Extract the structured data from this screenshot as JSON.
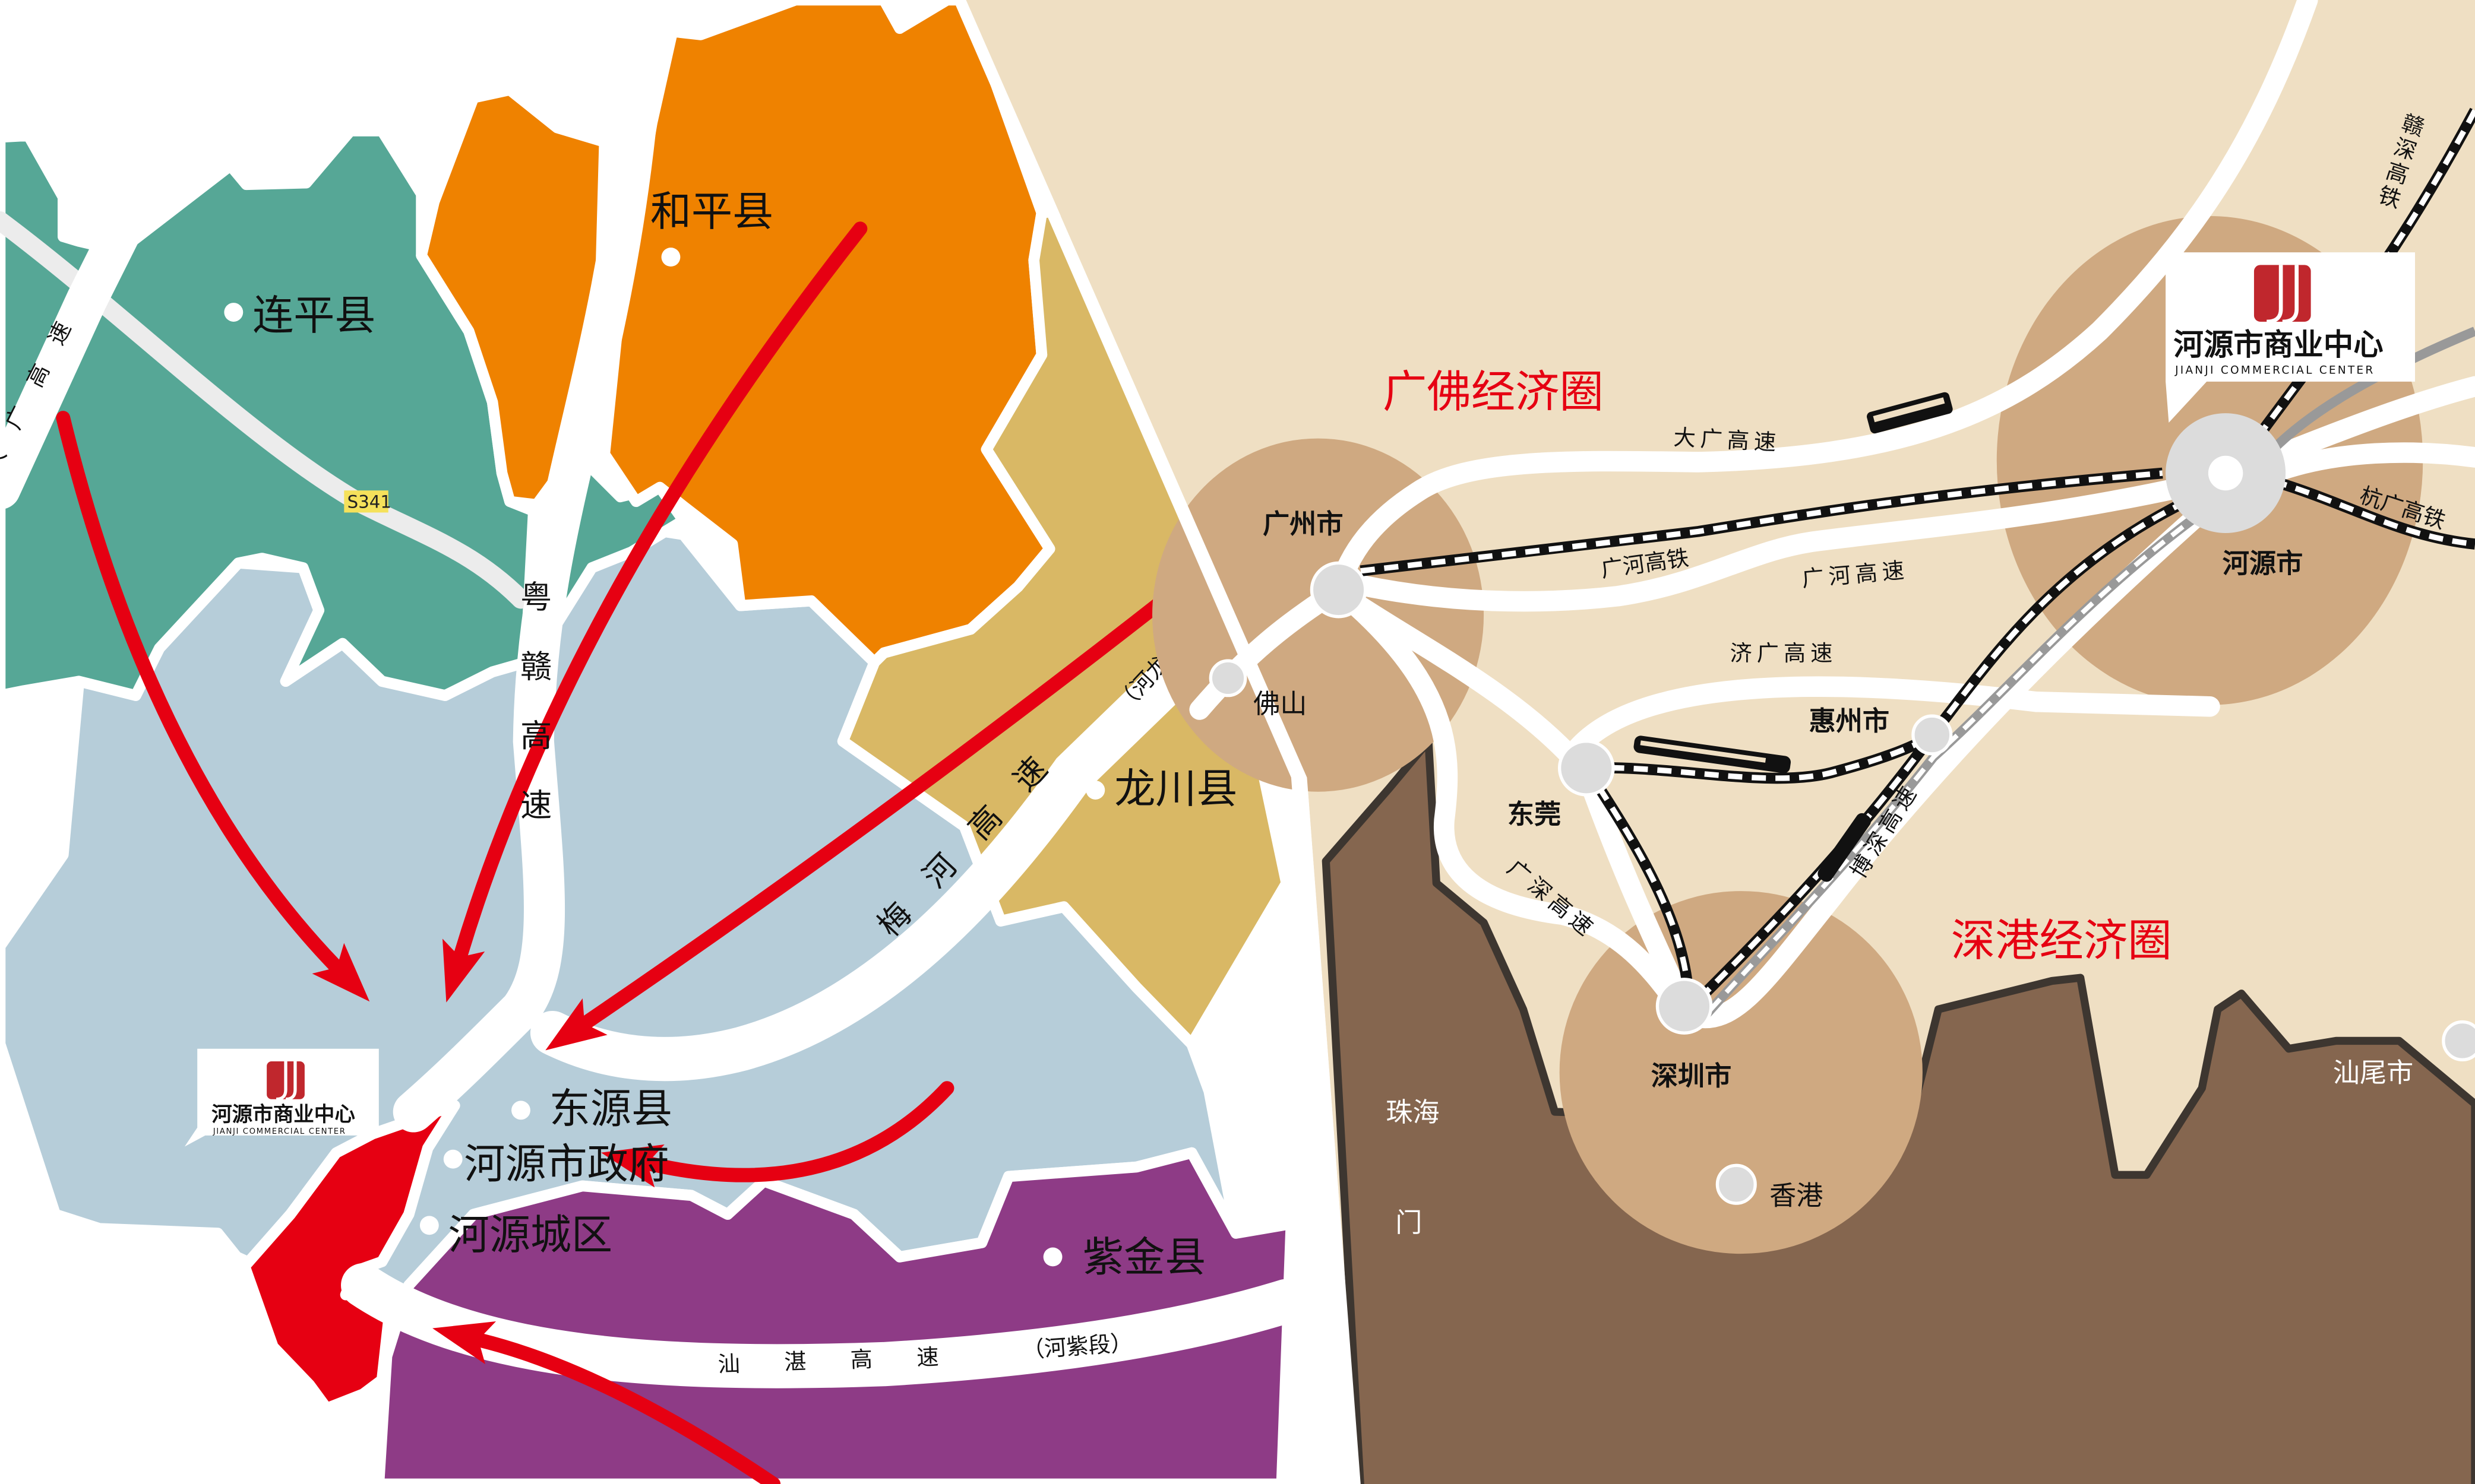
{
  "left_map": {
    "counties": {
      "lianping": "连平县",
      "heping": "和平县",
      "longchuan": "龙川县",
      "dongyuan": "东源县",
      "zijin": "紫金县"
    },
    "places": {
      "government": "河源市政府",
      "urban": "河源城区"
    },
    "roads": {
      "daguang": "大广高速",
      "s341": "S341",
      "yuegan": "粤赣高速",
      "meihe": "梅河高速",
      "meihe_section": "（河龙段）",
      "shanzhan": "汕湛高速",
      "shanzhan_section": "（河紫段）"
    }
  },
  "logo": {
    "name": "河源市商业中心",
    "english": "JIANJI COMMERCIAL CENTER"
  },
  "right_map": {
    "economic_circles": {
      "guangfo": "广佛经济圈",
      "shengang": "深港经济圈"
    },
    "cities": {
      "guangzhou": "广州市",
      "foshan": "佛山",
      "dongguan": "东莞",
      "huizhou": "惠州市",
      "heyuan": "河源市",
      "shenzhen": "深圳市",
      "hongkong": "香港",
      "shanwei": "汕尾市",
      "zhuhai": "珠海",
      "partial": "门"
    },
    "routes": {
      "daguang": "大广高速",
      "guanghe_rail": "广河高铁",
      "guanghe_expressway": "广河高速",
      "jiguang": "济广高速",
      "hangguang_rail": "杭广高铁",
      "ganshen_rail": "赣深高铁",
      "guangshen": "广深高速",
      "boshen": "博深高速"
    }
  },
  "colors": {
    "lianping": "#56a796",
    "heping": "#ef8200",
    "longchuan": "#d9b865",
    "dongyuan": "#b6cdd9",
    "zijin": "#8e3b86",
    "urban": "#e60012",
    "arrow": "#e60012",
    "land": "#efdfc3",
    "circle": "#cfa981",
    "sea": "#85664f",
    "logo_red": "#c0272d"
  },
  "icons": [
    "arrow-icon",
    "bus-icon",
    "train-icon",
    "city-node-icon",
    "logo-mark-icon"
  ]
}
